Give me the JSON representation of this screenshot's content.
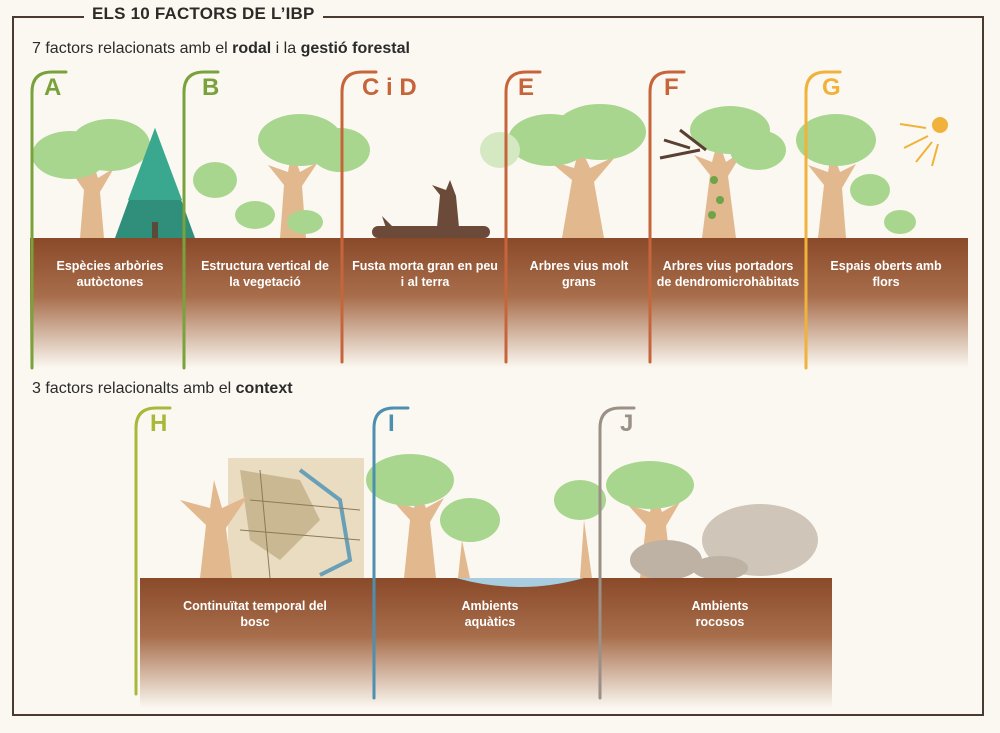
{
  "title": "ELS 10 FACTORS DE L’IBP",
  "section1": {
    "prefix": "7 factors relacionats amb el ",
    "bold1": "rodal",
    "mid": " i la ",
    "bold2": "gestió forestal"
  },
  "section2": {
    "prefix": "3 factors relacionalts amb el ",
    "bold1": "context"
  },
  "factors_top": [
    {
      "letter": "A",
      "label": "Espècies arbòries autòctones",
      "color": "#7aa23c"
    },
    {
      "letter": "B",
      "label": "Estructura vertical de la vegetació",
      "color": "#7aa23c"
    },
    {
      "letter": "C i D",
      "label": "Fusta morta gran en peu i al terra",
      "color": "#c7653a"
    },
    {
      "letter": "E",
      "label": "Arbres vius molt grans",
      "color": "#c7653a"
    },
    {
      "letter": "F",
      "label": "Arbres vius portadors de dendromicrohàbitats",
      "color": "#c7653a"
    },
    {
      "letter": "G",
      "label": "Espais oberts amb flors",
      "color": "#f0b23a"
    }
  ],
  "factors_bottom": [
    {
      "letter": "H",
      "label": "Continuïtat temporal del bosc",
      "color": "#a8b83a"
    },
    {
      "letter": "I",
      "label": "Ambients aquàtics",
      "color": "#4c8fb0"
    },
    {
      "letter": "J",
      "label": "Ambients rocosos",
      "color": "#9a9088"
    }
  ]
}
